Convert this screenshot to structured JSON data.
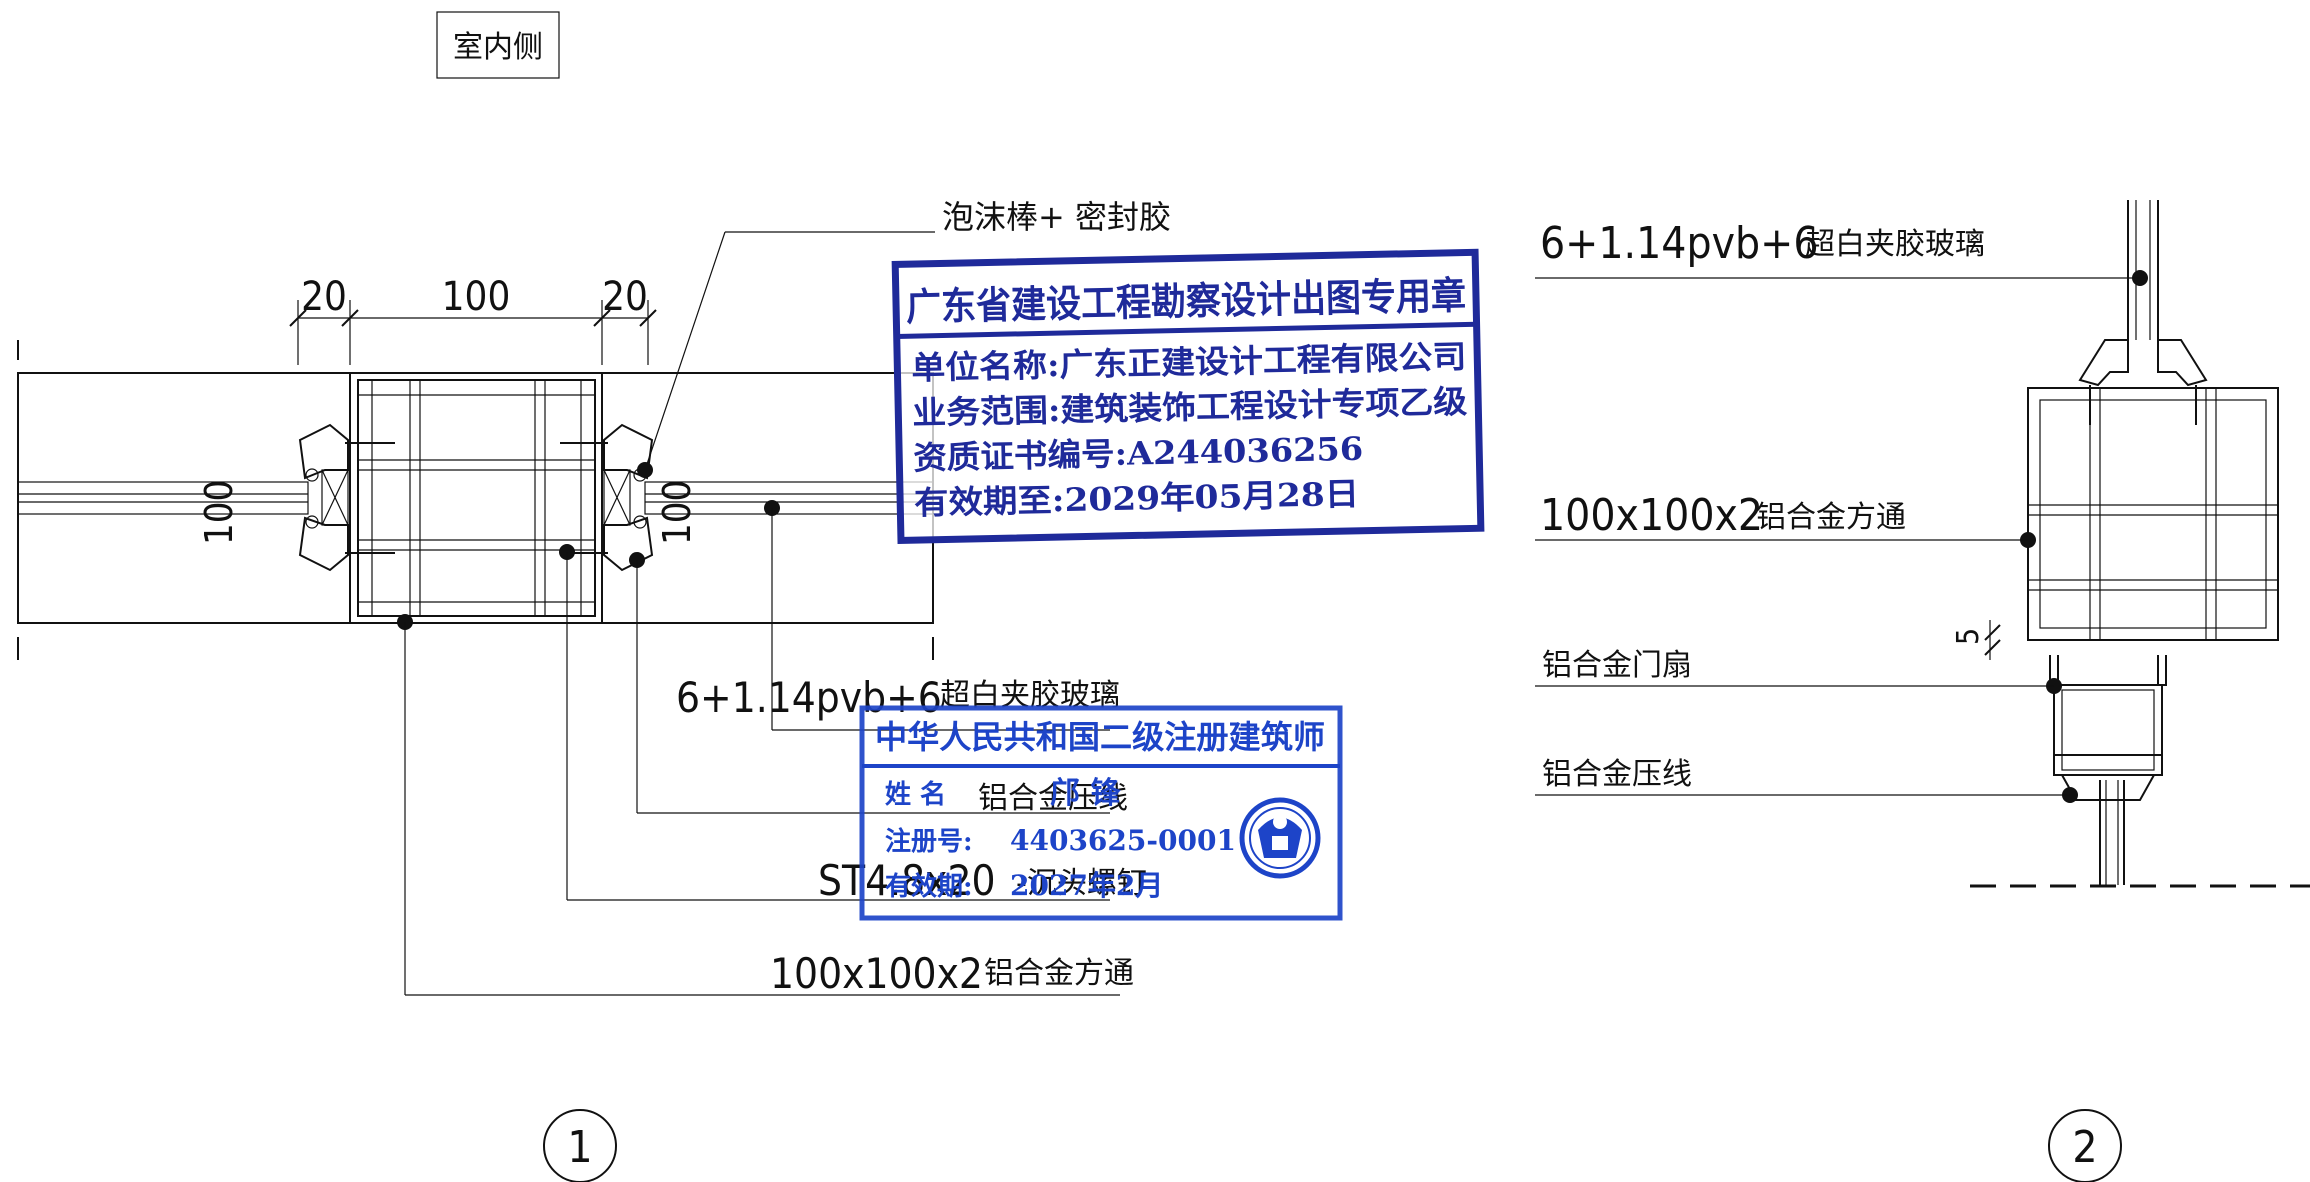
{
  "header": {
    "interior_side_label": "室内侧"
  },
  "detail1": {
    "callout_number": "1",
    "dimensions": [
      "20",
      "100",
      "20"
    ],
    "side_dims": [
      "100",
      "100"
    ],
    "labels": {
      "foam_sealant": "泡沫棒+ 密封胶",
      "glass_prefix": "6+1.14pvb+6",
      "glass_suffix": "超白夹胶玻璃",
      "pressure_line": "铝合金压线",
      "screw_prefix": "ST4.8x20",
      "screw_suffix": "-沉头螺钉",
      "tube_prefix": "100x100x2",
      "tube_suffix": "铝合金方通"
    }
  },
  "detail2": {
    "callout_number": "2",
    "dimension_gap": "5",
    "labels": {
      "glass_prefix": "6+1.14pvb+6",
      "glass_suffix": "超白夹胶玻璃",
      "tube_prefix": "100x100x2",
      "tube_suffix": "铝合金方通",
      "door_leaf": "铝合金门扇",
      "pressure_line": "铝合金压线"
    }
  },
  "stamp_design": {
    "title": "广东省建设工程勘察设计出图专用章",
    "lines": [
      "单位名称:广东正建设计工程有限公司",
      "业务范围:建筑装饰工程设计专项乙级",
      "资质证书编号:A244036256",
      "有效期至:2029年05月28日"
    ],
    "color": "#1f2a9a"
  },
  "stamp_architect": {
    "title": "中华人民共和国二级注册建筑师",
    "name_label": "姓    名",
    "name_value": "邝  锋",
    "reg_label": "注册号:",
    "reg_value": "4403625-0001",
    "valid_label": "有效期:",
    "valid_value": "2027年2月",
    "color": "#1d44c8"
  }
}
